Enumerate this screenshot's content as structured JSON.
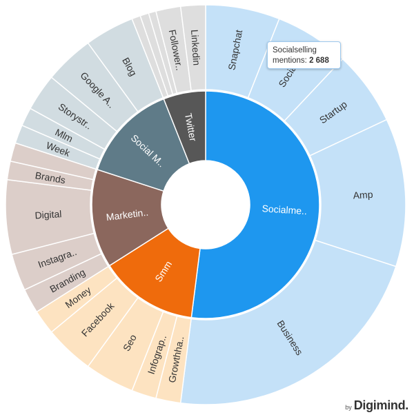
{
  "chart_data": {
    "type": "sunburst",
    "inner_ring": [
      {
        "label": "Socialme..",
        "value": 52,
        "color": "#1e97ef"
      },
      {
        "label": "Smm",
        "value": 14,
        "color": "#ef6b0c"
      },
      {
        "label": "Marketin..",
        "value": 14,
        "color": "#8b675d"
      },
      {
        "label": "Social M..",
        "value": 14,
        "color": "#5f7b88"
      },
      {
        "label": "Twitter",
        "value": 6,
        "color": "#575757"
      }
    ],
    "outer_ring": [
      {
        "label": "Snapchat",
        "value": 6,
        "parent": "Socialme..",
        "color": "#c4e1f8"
      },
      {
        "label": "Social...",
        "value": 6,
        "parent": "Socialme..",
        "color": "#c4e1f8"
      },
      {
        "label": "Startup",
        "value": 6,
        "parent": "Socialme..",
        "color": "#c4e1f8"
      },
      {
        "label": "Amp",
        "value": 12,
        "parent": "Socialme..",
        "color": "#c4e1f8"
      },
      {
        "label": "Business",
        "value": 22,
        "parent": "Socialme..",
        "color": "#c4e1f8"
      },
      {
        "label": "Growthha..",
        "value": 2,
        "parent": "Smm",
        "color": "#fde3c1"
      },
      {
        "label": "Infograp..",
        "value": 2,
        "parent": "Smm",
        "color": "#fde3c1"
      },
      {
        "label": "Seo",
        "value": 4,
        "parent": "Smm",
        "color": "#fde3c1"
      },
      {
        "label": "Facebook",
        "value": 4,
        "parent": "Smm",
        "color": "#fde3c1"
      },
      {
        "label": "Money",
        "value": 2,
        "parent": "Smm",
        "color": "#fde3c1"
      },
      {
        "label": "Branding",
        "value": 2,
        "parent": "Marketin..",
        "color": "#dccec9"
      },
      {
        "label": "Instagra..",
        "value": 3,
        "parent": "Marketin..",
        "color": "#dccec9"
      },
      {
        "label": "Digital",
        "value": 6,
        "parent": "Marketin..",
        "color": "#dccec9"
      },
      {
        "label": "Brands",
        "value": 1.5,
        "parent": "Marketin..",
        "color": "#dccec9"
      },
      {
        "label": "",
        "value": 1.5,
        "parent": "Marketin..",
        "color": "#dccec9"
      },
      {
        "label": "Week",
        "value": 1.5,
        "parent": "Social M..",
        "color": "#d1dce1"
      },
      {
        "label": "Mlm",
        "value": 1.5,
        "parent": "Social M..",
        "color": "#d1dce1"
      },
      {
        "label": "Storystr..",
        "value": 3,
        "parent": "Social M..",
        "color": "#d1dce1"
      },
      {
        "label": "Google A..",
        "value": 4,
        "parent": "Social M..",
        "color": "#d1dce1"
      },
      {
        "label": "Blog",
        "value": 4,
        "parent": "Social M..",
        "color": "#d1dce1"
      },
      {
        "label": "",
        "value": 0.7,
        "parent": "Twitter",
        "color": "#dedede"
      },
      {
        "label": "",
        "value": 0.7,
        "parent": "Twitter",
        "color": "#dedede"
      },
      {
        "label": "",
        "value": 0.6,
        "parent": "Twitter",
        "color": "#dedede"
      },
      {
        "label": "Follower..",
        "value": 2,
        "parent": "Twitter",
        "color": "#dedede"
      },
      {
        "label": "Linkedin",
        "value": 2,
        "parent": "Twitter",
        "color": "#dedede"
      }
    ],
    "tooltip": {
      "name": "Socialselling",
      "metric": "mentions:",
      "value": "2 688"
    }
  },
  "credit": {
    "by": "by",
    "brand": "Digimind."
  }
}
